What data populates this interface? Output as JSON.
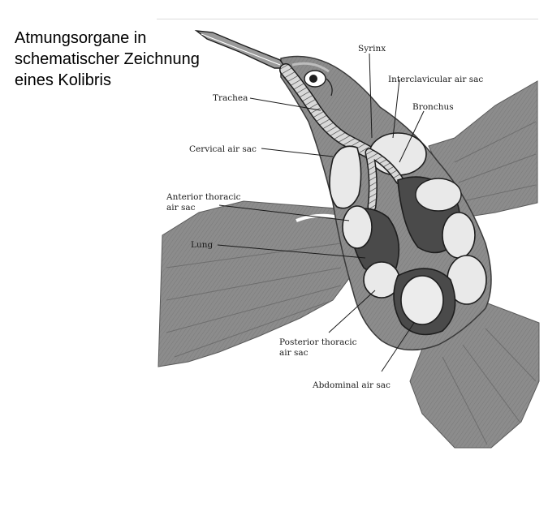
{
  "caption": {
    "line1": "Atmungsorgane in",
    "line2": "schematischer Zeichnung",
    "line3": "eines Kolibris"
  },
  "labels": {
    "syrinx": "Syrinx",
    "interclavicular": "Interclavicular air sac",
    "trachea": "Trachea",
    "bronchus": "Bronchus",
    "cervical": "Cervical air sac",
    "anterior_1": "Anterior thoracic",
    "anterior_2": "air sac",
    "lung": "Lung",
    "posterior_1": "Posterior thoracic",
    "posterior_2": "air sac",
    "abdominal": "Abdominal air sac"
  },
  "colors": {
    "plumage": "#8c8c8c",
    "plumage_dark": "#6e6e6e",
    "lung": "#4a4a4a",
    "air_sac": "#e9e9e9",
    "outline": "#1e1e1e"
  }
}
